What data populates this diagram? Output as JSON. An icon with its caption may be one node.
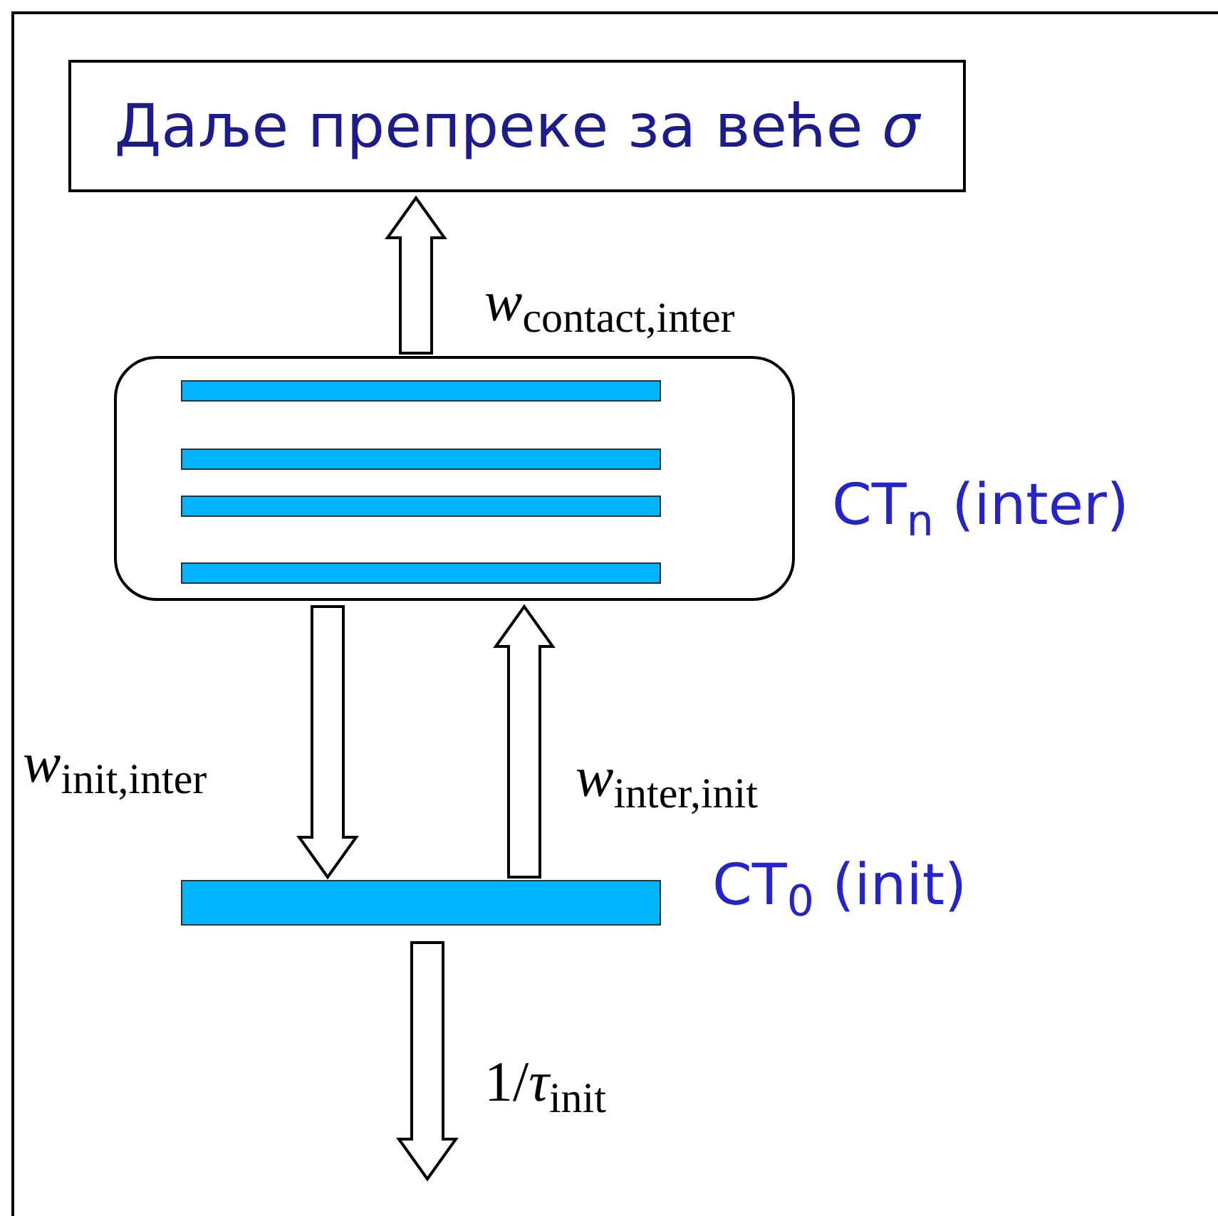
{
  "diagram": {
    "nodes": [
      {
        "text": [
          "Даље препреке за веће *σ*"
        ]
      },
      {
        "text": [],
        "shape": "box",
        "beside": [
          "CT$_{n}$ (inter)"
        ]
      },
      {
        "text": [],
        "shape": "bar",
        "in": 1
      },
      {
        "text": [],
        "shape": "bar",
        "in": 1
      },
      {
        "text": [],
        "shape": "bar",
        "in": 1
      },
      {
        "text": [],
        "shape": "bar",
        "in": 1
      },
      {
        "text": [],
        "shape": "bar",
        "beside": [
          "CT$_{0}$ (init)"
        ]
      }
    ],
    "edges": [
      {
        "from": 1,
        "to": 0,
        "arrow": "to",
        "label": "*w*$_{contact,inter}$"
      },
      {
        "from": 1,
        "to": 6,
        "arrow": "to",
        "label": "*w*$_{init,inter}$"
      },
      {
        "from": 6,
        "to": 1,
        "arrow": "to",
        "label": "*w*$_{inter,init}$"
      },
      {
        "from": 6,
        "to": null,
        "arrow": "to",
        "label": "1/*τ*$_{init}$"
      }
    ]
  }
}
